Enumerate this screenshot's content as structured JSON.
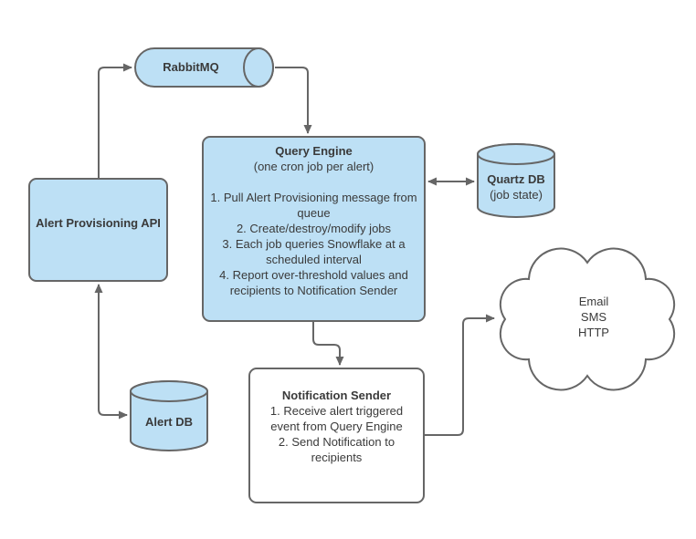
{
  "colors": {
    "node_fill": "#bde0f5",
    "node_stroke": "#666666",
    "connector": "#666666",
    "text": "#3a3a3a",
    "plain_fill": "#ffffff"
  },
  "nodes": {
    "rabbitmq": {
      "label": "RabbitMQ"
    },
    "alert_provisioning_api": {
      "label": "Alert Provisioning API"
    },
    "query_engine": {
      "title": "Query Engine",
      "subtitle": "(one cron job per alert)",
      "steps": [
        "1. Pull Alert Provisioning message from queue",
        "2. Create/destroy/modify jobs",
        "3. Each job queries Snowflake at a scheduled interval",
        "4. Report over-threshold values and recipients to Notification Sender"
      ]
    },
    "quartz_db": {
      "title": "Quartz DB",
      "subtitle": "(job state)"
    },
    "alert_db": {
      "label": "Alert DB"
    },
    "notification_sender": {
      "title": "Notification Sender",
      "steps": [
        "1. Receive alert triggered event from Query Engine",
        "2. Send Notification to recipients"
      ]
    },
    "delivery_cloud": {
      "lines": [
        "Email",
        "SMS",
        "HTTP"
      ]
    }
  }
}
